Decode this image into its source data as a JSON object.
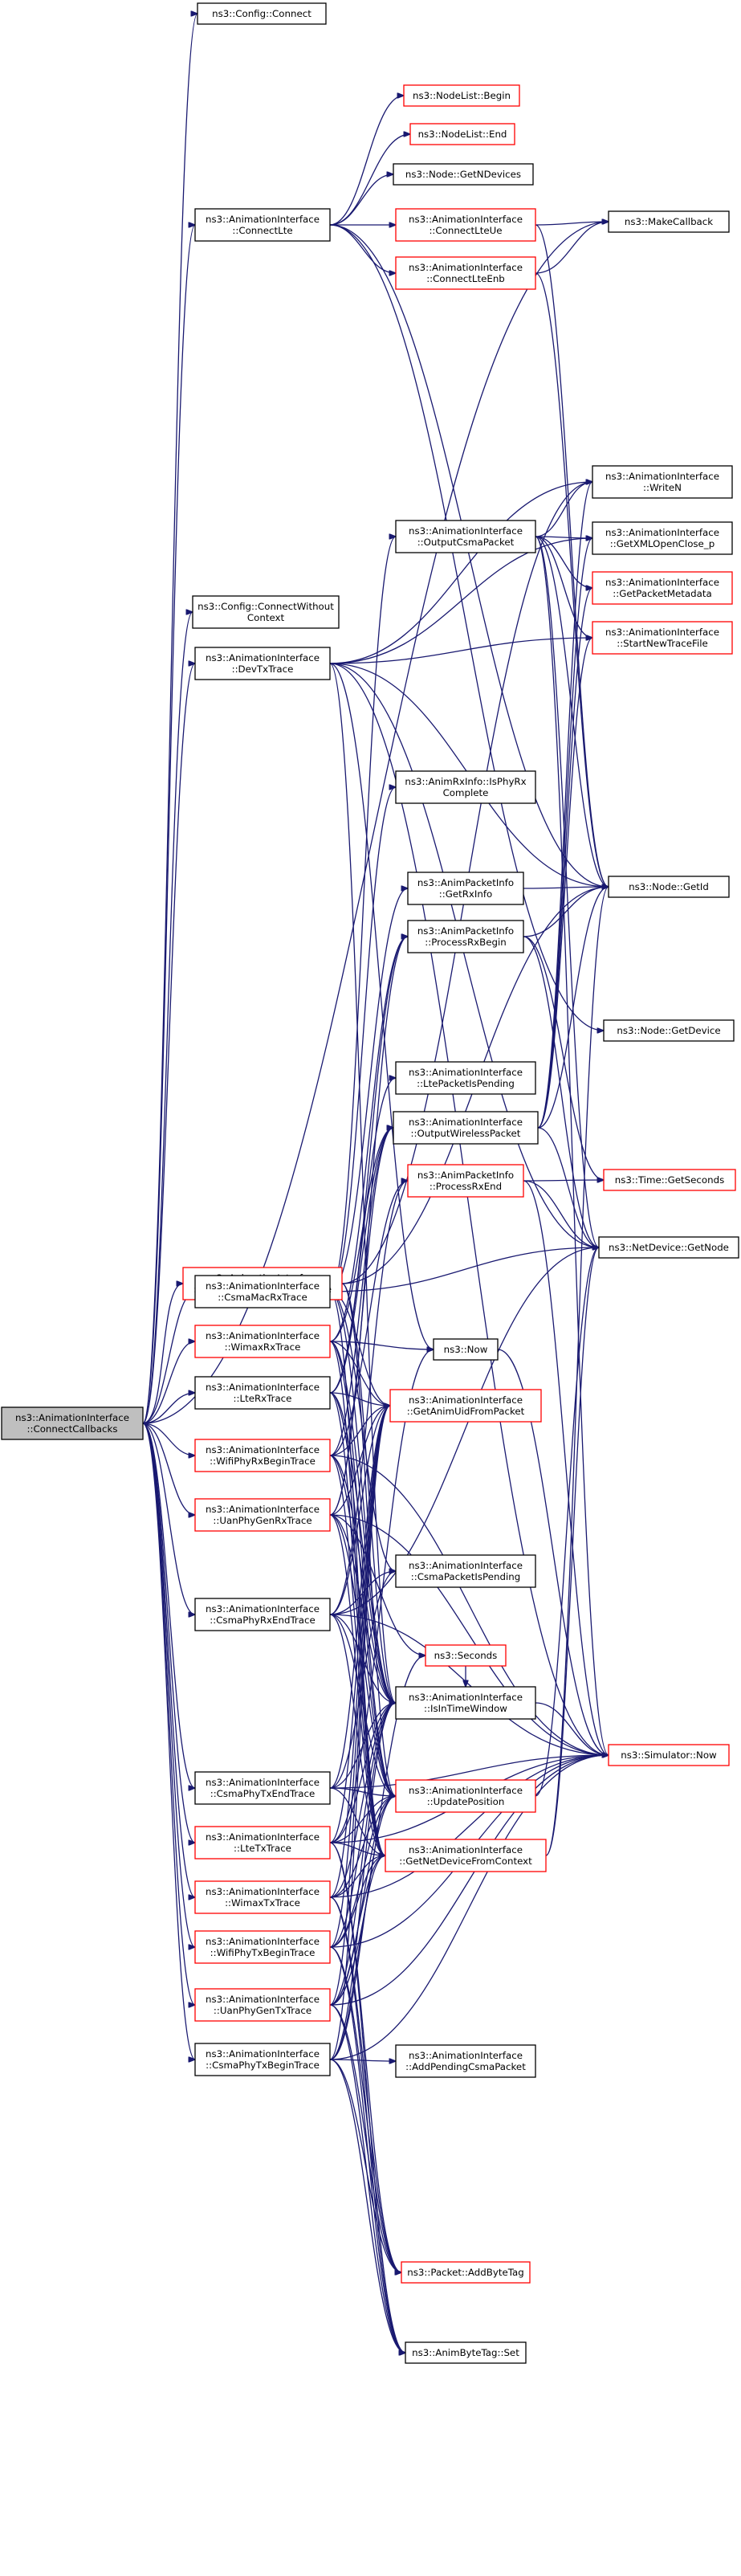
{
  "colors": {
    "edge": "#191970",
    "border_normal": "#000000",
    "border_truncated": "#ff0000",
    "fill_normal": "#ffffff",
    "fill_root": "#bfbfbf"
  },
  "nodes": [
    {
      "id": "root",
      "kind": "root",
      "lines": [
        "ns3::AnimationInterface",
        "::ConnectCallbacks"
      ]
    },
    {
      "id": "cfg_connect",
      "kind": "normal",
      "lines": [
        "ns3::Config::Connect"
      ]
    },
    {
      "id": "connect_lte",
      "kind": "normal",
      "lines": [
        "ns3::AnimationInterface",
        "::ConnectLte"
      ]
    },
    {
      "id": "nodelist_begin",
      "kind": "truncated",
      "lines": [
        "ns3::NodeList::Begin"
      ]
    },
    {
      "id": "nodelist_end",
      "kind": "truncated",
      "lines": [
        "ns3::NodeList::End"
      ]
    },
    {
      "id": "node_getndevices",
      "kind": "normal",
      "lines": [
        "ns3::Node::GetNDevices"
      ]
    },
    {
      "id": "connect_lte_ue",
      "kind": "truncated",
      "lines": [
        "ns3::AnimationInterface",
        "::ConnectLteUe"
      ]
    },
    {
      "id": "connect_lte_enb",
      "kind": "truncated",
      "lines": [
        "ns3::AnimationInterface",
        "::ConnectLteEnb"
      ]
    },
    {
      "id": "make_callback",
      "kind": "normal",
      "lines": [
        "ns3::MakeCallback"
      ]
    },
    {
      "id": "writen",
      "kind": "normal",
      "lines": [
        "ns3::AnimationInterface",
        "::WriteN"
      ]
    },
    {
      "id": "output_csma",
      "kind": "normal",
      "lines": [
        "ns3::AnimationInterface",
        "::OutputCsmaPacket"
      ]
    },
    {
      "id": "getxml",
      "kind": "normal",
      "lines": [
        "ns3::AnimationInterface",
        "::GetXMLOpenClose_p"
      ]
    },
    {
      "id": "getpkt_meta",
      "kind": "truncated",
      "lines": [
        "ns3::AnimationInterface",
        "::GetPacketMetadata"
      ]
    },
    {
      "id": "start_new_trace",
      "kind": "truncated",
      "lines": [
        "ns3::AnimationInterface",
        "::StartNewTraceFile"
      ]
    },
    {
      "id": "cfg_connect_wo",
      "kind": "normal",
      "lines": [
        "ns3::Config::ConnectWithout",
        "Context"
      ]
    },
    {
      "id": "devtx",
      "kind": "normal",
      "lines": [
        "ns3::AnimationInterface",
        "::DevTxTrace"
      ]
    },
    {
      "id": "isphyrx",
      "kind": "normal",
      "lines": [
        "ns3::AnimRxInfo::IsPhyRx",
        "Complete"
      ]
    },
    {
      "id": "getrxinfo",
      "kind": "normal",
      "lines": [
        "ns3::AnimPacketInfo",
        "::GetRxInfo"
      ]
    },
    {
      "id": "node_getid",
      "kind": "normal",
      "lines": [
        "ns3::Node::GetId"
      ]
    },
    {
      "id": "processrxbegin",
      "kind": "normal",
      "lines": [
        "ns3::AnimPacketInfo",
        "::ProcessRxBegin"
      ]
    },
    {
      "id": "node_getdevice",
      "kind": "normal",
      "lines": [
        "ns3::Node::GetDevice"
      ]
    },
    {
      "id": "ltepending",
      "kind": "normal",
      "lines": [
        "ns3::AnimationInterface",
        "::LtePacketIsPending"
      ]
    },
    {
      "id": "output_wireless",
      "kind": "normal",
      "lines": [
        "ns3::AnimationInterface",
        "::OutputWirelessPacket"
      ]
    },
    {
      "id": "time_getseconds",
      "kind": "truncated",
      "lines": [
        "ns3::Time::GetSeconds"
      ]
    },
    {
      "id": "processrxend",
      "kind": "truncated",
      "lines": [
        "ns3::AnimPacketInfo",
        "::ProcessRxEnd"
      ]
    },
    {
      "id": "mobility",
      "kind": "truncated",
      "lines": [
        "ns3::AnimationInterface",
        "::MobilityCourseChangeTrace"
      ]
    },
    {
      "id": "netdev_getnode",
      "kind": "normal",
      "lines": [
        "ns3::NetDevice::GetNode"
      ]
    },
    {
      "id": "csmamacrx",
      "kind": "normal",
      "lines": [
        "ns3::AnimationInterface",
        "::CsmaMacRxTrace"
      ]
    },
    {
      "id": "wimaxrx",
      "kind": "truncated",
      "lines": [
        "ns3::AnimationInterface",
        "::WimaxRxTrace"
      ]
    },
    {
      "id": "now",
      "kind": "normal",
      "lines": [
        "ns3::Now"
      ]
    },
    {
      "id": "lterx",
      "kind": "normal",
      "lines": [
        "ns3::AnimationInterface",
        "::LteRxTrace"
      ]
    },
    {
      "id": "getanimuid",
      "kind": "truncated",
      "lines": [
        "ns3::AnimationInterface",
        "::GetAnimUidFromPacket"
      ]
    },
    {
      "id": "wifirxbegin",
      "kind": "truncated",
      "lines": [
        "ns3::AnimationInterface",
        "::WifiPhyRxBeginTrace"
      ]
    },
    {
      "id": "uanrx",
      "kind": "truncated",
      "lines": [
        "ns3::AnimationInterface",
        "::UanPhyGenRxTrace"
      ]
    },
    {
      "id": "csmapending",
      "kind": "normal",
      "lines": [
        "ns3::AnimationInterface",
        "::CsmaPacketIsPending"
      ]
    },
    {
      "id": "csmarxend",
      "kind": "normal",
      "lines": [
        "ns3::AnimationInterface",
        "::CsmaPhyRxEndTrace"
      ]
    },
    {
      "id": "seconds",
      "kind": "truncated",
      "lines": [
        "ns3::Seconds"
      ]
    },
    {
      "id": "isintimewindow",
      "kind": "normal",
      "lines": [
        "ns3::AnimationInterface",
        "::IsInTimeWindow"
      ]
    },
    {
      "id": "simulator_now",
      "kind": "truncated",
      "lines": [
        "ns3::Simulator::Now"
      ]
    },
    {
      "id": "csmatxend",
      "kind": "normal",
      "lines": [
        "ns3::AnimationInterface",
        "::CsmaPhyTxEndTrace"
      ]
    },
    {
      "id": "updatepos",
      "kind": "truncated",
      "lines": [
        "ns3::AnimationInterface",
        "::UpdatePosition"
      ]
    },
    {
      "id": "ltetx",
      "kind": "truncated",
      "lines": [
        "ns3::AnimationInterface",
        "::LteTxTrace"
      ]
    },
    {
      "id": "getnetdevice",
      "kind": "truncated",
      "lines": [
        "ns3::AnimationInterface",
        "::GetNetDeviceFromContext"
      ]
    },
    {
      "id": "wimaxtx",
      "kind": "truncated",
      "lines": [
        "ns3::AnimationInterface",
        "::WimaxTxTrace"
      ]
    },
    {
      "id": "wifitxbegin",
      "kind": "truncated",
      "lines": [
        "ns3::AnimationInterface",
        "::WifiPhyTxBeginTrace"
      ]
    },
    {
      "id": "uantx",
      "kind": "truncated",
      "lines": [
        "ns3::AnimationInterface",
        "::UanPhyGenTxTrace"
      ]
    },
    {
      "id": "addpendingcsma",
      "kind": "normal",
      "lines": [
        "ns3::AnimationInterface",
        "::AddPendingCsmaPacket"
      ]
    },
    {
      "id": "csmatxbegin",
      "kind": "normal",
      "lines": [
        "ns3::AnimationInterface",
        "::CsmaPhyTxBeginTrace"
      ]
    },
    {
      "id": "addbytetag",
      "kind": "truncated",
      "lines": [
        "ns3::Packet::AddByteTag"
      ]
    },
    {
      "id": "animbytetag_set",
      "kind": "normal",
      "lines": [
        "ns3::AnimByteTag::Set"
      ]
    }
  ],
  "edges": [
    [
      "root",
      "cfg_connect"
    ],
    [
      "root",
      "connect_lte"
    ],
    [
      "root",
      "make_callback"
    ],
    [
      "root",
      "cfg_connect_wo"
    ],
    [
      "root",
      "devtx"
    ],
    [
      "root",
      "mobility"
    ],
    [
      "root",
      "csmamacrx"
    ],
    [
      "root",
      "wimaxrx"
    ],
    [
      "root",
      "lterx"
    ],
    [
      "root",
      "wifirxbegin"
    ],
    [
      "root",
      "uanrx"
    ],
    [
      "root",
      "csmarxend"
    ],
    [
      "root",
      "csmatxend"
    ],
    [
      "root",
      "ltetx"
    ],
    [
      "root",
      "wimaxtx"
    ],
    [
      "root",
      "wifitxbegin"
    ],
    [
      "root",
      "uantx"
    ],
    [
      "root",
      "csmatxbegin"
    ],
    [
      "connect_lte",
      "nodelist_begin"
    ],
    [
      "connect_lte",
      "nodelist_end"
    ],
    [
      "connect_lte",
      "node_getndevices"
    ],
    [
      "connect_lte",
      "connect_lte_ue"
    ],
    [
      "connect_lte",
      "connect_lte_enb"
    ],
    [
      "connect_lte",
      "node_getdevice"
    ],
    [
      "connect_lte",
      "node_getid"
    ],
    [
      "connect_lte_ue",
      "make_callback"
    ],
    [
      "connect_lte_ue",
      "node_getid"
    ],
    [
      "connect_lte_enb",
      "make_callback"
    ],
    [
      "connect_lte_enb",
      "node_getid"
    ],
    [
      "output_csma",
      "writen"
    ],
    [
      "output_csma",
      "getxml"
    ],
    [
      "output_csma",
      "getpkt_meta"
    ],
    [
      "output_csma",
      "start_new_trace"
    ],
    [
      "output_csma",
      "node_getid"
    ],
    [
      "output_csma",
      "netdev_getnode"
    ],
    [
      "output_csma",
      "simulator_now"
    ],
    [
      "devtx",
      "writen"
    ],
    [
      "devtx",
      "getxml"
    ],
    [
      "devtx",
      "start_new_trace"
    ],
    [
      "devtx",
      "node_getid"
    ],
    [
      "devtx",
      "netdev_getnode"
    ],
    [
      "devtx",
      "isintimewindow"
    ],
    [
      "devtx",
      "now"
    ],
    [
      "devtx",
      "simulator_now"
    ],
    [
      "getrxinfo",
      "node_getid"
    ],
    [
      "processrxbegin",
      "node_getid"
    ],
    [
      "processrxbegin",
      "time_getseconds"
    ],
    [
      "processrxbegin",
      "netdev_getnode"
    ],
    [
      "output_wireless",
      "writen"
    ],
    [
      "output_wireless",
      "getxml"
    ],
    [
      "output_wireless",
      "getpkt_meta"
    ],
    [
      "output_wireless",
      "start_new_trace"
    ],
    [
      "output_wireless",
      "node_getid"
    ],
    [
      "output_wireless",
      "netdev_getnode"
    ],
    [
      "processrxend",
      "time_getseconds"
    ],
    [
      "processrxend",
      "netdev_getnode"
    ],
    [
      "processrxend",
      "simulator_now"
    ],
    [
      "mobility",
      "writen"
    ],
    [
      "mobility",
      "node_getid"
    ],
    [
      "mobility",
      "isintimewindow"
    ],
    [
      "mobility",
      "updatepos"
    ],
    [
      "csmamacrx",
      "output_csma"
    ],
    [
      "csmamacrx",
      "isphyrx"
    ],
    [
      "csmamacrx",
      "getrxinfo"
    ],
    [
      "csmamacrx",
      "csmapending"
    ],
    [
      "csmamacrx",
      "getnetdevice"
    ],
    [
      "csmamacrx",
      "getanimuid"
    ],
    [
      "csmamacrx",
      "isintimewindow"
    ],
    [
      "csmamacrx",
      "netdev_getnode"
    ],
    [
      "wimaxrx",
      "processrxbegin"
    ],
    [
      "wimaxrx",
      "output_wireless"
    ],
    [
      "wimaxrx",
      "updatepos"
    ],
    [
      "wimaxrx",
      "getanimuid"
    ],
    [
      "wimaxrx",
      "isintimewindow"
    ],
    [
      "wimaxrx",
      "getnetdevice"
    ],
    [
      "wimaxrx",
      "now"
    ],
    [
      "lterx",
      "ltepending"
    ],
    [
      "lterx",
      "processrxbegin"
    ],
    [
      "lterx",
      "output_wireless"
    ],
    [
      "lterx",
      "updatepos"
    ],
    [
      "lterx",
      "getanimuid"
    ],
    [
      "lterx",
      "isintimewindow"
    ],
    [
      "lterx",
      "getnetdevice"
    ],
    [
      "wifirxbegin",
      "processrxend"
    ],
    [
      "wifirxbegin",
      "output_wireless"
    ],
    [
      "wifirxbegin",
      "updatepos"
    ],
    [
      "wifirxbegin",
      "getanimuid"
    ],
    [
      "wifirxbegin",
      "isintimewindow"
    ],
    [
      "wifirxbegin",
      "getnetdevice"
    ],
    [
      "wifirxbegin",
      "simulator_now"
    ],
    [
      "uanrx",
      "processrxbegin"
    ],
    [
      "uanrx",
      "output_wireless"
    ],
    [
      "uanrx",
      "updatepos"
    ],
    [
      "uanrx",
      "getanimuid"
    ],
    [
      "uanrx",
      "isintimewindow"
    ],
    [
      "uanrx",
      "getnetdevice"
    ],
    [
      "uanrx",
      "seconds"
    ],
    [
      "uanrx",
      "simulator_now"
    ],
    [
      "csmarxend",
      "csmapending"
    ],
    [
      "csmarxend",
      "getanimuid"
    ],
    [
      "csmarxend",
      "getnetdevice"
    ],
    [
      "csmarxend",
      "isintimewindow"
    ],
    [
      "csmarxend",
      "updatepos"
    ],
    [
      "csmarxend",
      "netdev_getnode"
    ],
    [
      "csmarxend",
      "simulator_now"
    ],
    [
      "csmarxend",
      "processrxend"
    ],
    [
      "csmatxend",
      "csmapending"
    ],
    [
      "csmatxend",
      "getanimuid"
    ],
    [
      "csmatxend",
      "getnetdevice"
    ],
    [
      "csmatxend",
      "isintimewindow"
    ],
    [
      "csmatxend",
      "updatepos"
    ],
    [
      "csmatxend",
      "simulator_now"
    ],
    [
      "ltetx",
      "getanimuid"
    ],
    [
      "ltetx",
      "isintimewindow"
    ],
    [
      "ltetx",
      "getnetdevice"
    ],
    [
      "ltetx",
      "updatepos"
    ],
    [
      "ltetx",
      "addbytetag"
    ],
    [
      "ltetx",
      "animbytetag_set"
    ],
    [
      "ltetx",
      "simulator_now"
    ],
    [
      "ltetx",
      "now"
    ],
    [
      "wimaxtx",
      "getanimuid"
    ],
    [
      "wimaxtx",
      "isintimewindow"
    ],
    [
      "wimaxtx",
      "getnetdevice"
    ],
    [
      "wimaxtx",
      "updatepos"
    ],
    [
      "wimaxtx",
      "addbytetag"
    ],
    [
      "wimaxtx",
      "animbytetag_set"
    ],
    [
      "wimaxtx",
      "simulator_now"
    ],
    [
      "wifitxbegin",
      "getanimuid"
    ],
    [
      "wifitxbegin",
      "isintimewindow"
    ],
    [
      "wifitxbegin",
      "getnetdevice"
    ],
    [
      "wifitxbegin",
      "updatepos"
    ],
    [
      "wifitxbegin",
      "addbytetag"
    ],
    [
      "wifitxbegin",
      "animbytetag_set"
    ],
    [
      "wifitxbegin",
      "simulator_now"
    ],
    [
      "uantx",
      "getanimuid"
    ],
    [
      "uantx",
      "isintimewindow"
    ],
    [
      "uantx",
      "getnetdevice"
    ],
    [
      "uantx",
      "updatepos"
    ],
    [
      "uantx",
      "addbytetag"
    ],
    [
      "uantx",
      "animbytetag_set"
    ],
    [
      "uantx",
      "simulator_now"
    ],
    [
      "uantx",
      "seconds"
    ],
    [
      "csmatxbegin",
      "addpendingcsma"
    ],
    [
      "csmatxbegin",
      "getanimuid"
    ],
    [
      "csmatxbegin",
      "isintimewindow"
    ],
    [
      "csmatxbegin",
      "getnetdevice"
    ],
    [
      "csmatxbegin",
      "updatepos"
    ],
    [
      "csmatxbegin",
      "addbytetag"
    ],
    [
      "csmatxbegin",
      "animbytetag_set"
    ],
    [
      "csmatxbegin",
      "simulator_now"
    ],
    [
      "updatepos",
      "netdev_getnode"
    ],
    [
      "getnetdevice",
      "netdev_getnode"
    ],
    [
      "getnetdevice",
      "node_getid"
    ],
    [
      "isintimewindow",
      "simulator_now"
    ],
    [
      "now",
      "simulator_now"
    ],
    [
      "seconds",
      "isintimewindow"
    ]
  ]
}
